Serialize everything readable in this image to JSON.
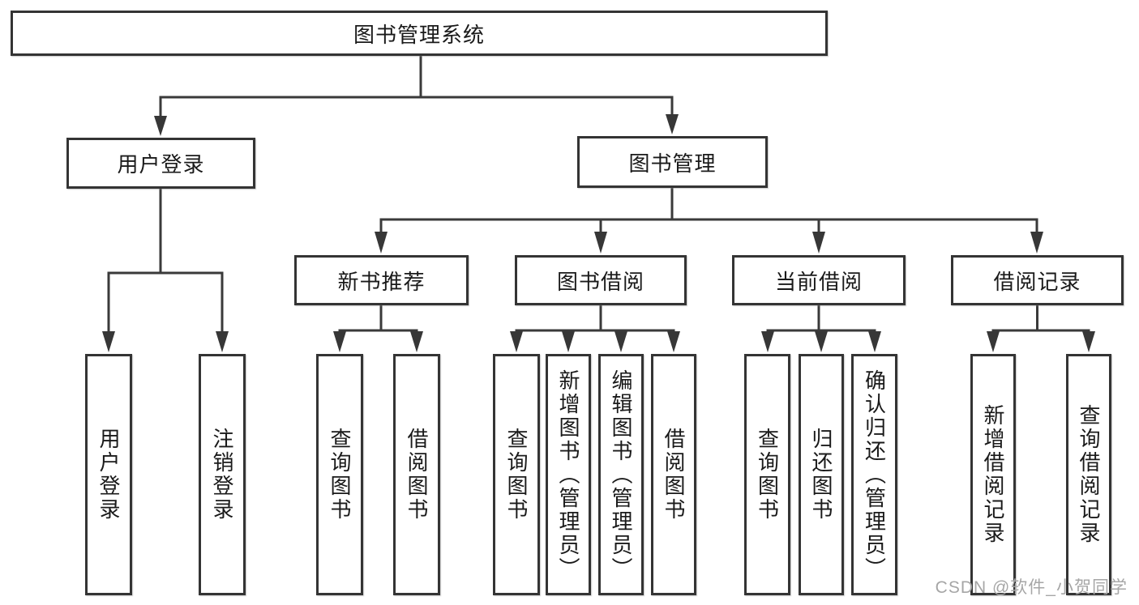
{
  "tree": {
    "label": "图书管理系统",
    "children": [
      {
        "label": "用户登录",
        "children": [
          {
            "label": "用户登录"
          },
          {
            "label": "注销登录"
          }
        ]
      },
      {
        "label": "图书管理",
        "children": [
          {
            "label": "新书推荐",
            "children": [
              {
                "label": "查询图书"
              },
              {
                "label": "借阅图书"
              }
            ]
          },
          {
            "label": "图书借阅",
            "children": [
              {
                "label": "查询图书"
              },
              {
                "label": "新增图书（管理员）"
              },
              {
                "label": "编辑图书（管理员）"
              },
              {
                "label": "借阅图书"
              }
            ]
          },
          {
            "label": "当前借阅",
            "children": [
              {
                "label": "查询图书"
              },
              {
                "label": "归还图书"
              },
              {
                "label": "确认归还（管理员）"
              }
            ]
          },
          {
            "label": "借阅记录",
            "children": [
              {
                "label": "新增借阅记录"
              },
              {
                "label": "查询借阅记录"
              }
            ]
          }
        ]
      }
    ]
  },
  "watermark": {
    "text": "CSDN @软件_小贺同学"
  },
  "colors": {
    "line": "#3a3a3a",
    "box_border": "#343434",
    "text": "#1a1a1a",
    "background": "#ffffff",
    "watermark": "#a6a6a6"
  }
}
